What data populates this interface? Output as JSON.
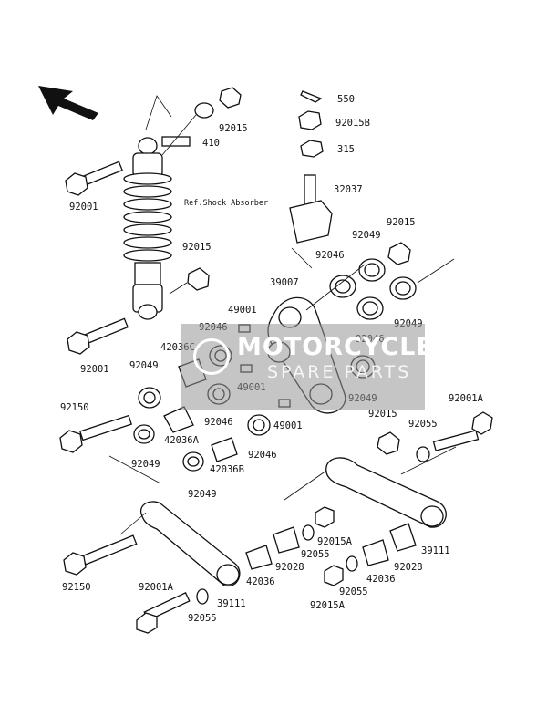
{
  "watermark": {
    "line1": "MOTORCYCLE",
    "line2": "SPARE PARTS"
  },
  "reference_note": "Ref.Shock Absorber",
  "part_numbers": {
    "p550": "550",
    "p92015B": "92015B",
    "p315": "315",
    "p92015_top": "92015",
    "p410": "410",
    "p92001_top": "92001",
    "p32037": "32037",
    "p92015_right": "92015",
    "p92015_shock": "92015",
    "p92049_r1": "92049",
    "p92046_r1": "92046",
    "p39007": "39007",
    "p49001_a": "49001",
    "p92049_r2": "92049",
    "p92046_l1": "92046",
    "p92046_r2": "92046",
    "p42036C": "42036C",
    "p92001_mid": "92001",
    "p92049_l1": "92049",
    "p49001_b": "49001",
    "p92049_r3": "92049",
    "p92150_top": "92150",
    "p92046_l2": "92046",
    "p49001_c": "49001",
    "p42036A": "42036A",
    "p92046_l3": "92046",
    "p92015_mid": "92015",
    "p92001A_right": "92001A",
    "p92055_right": "92055",
    "p92049_l2": "92049",
    "p42036B": "42036B",
    "p92049_l3": "92049",
    "p92150_bottom": "92150",
    "p92015A_a": "92015A",
    "p39111_right": "39111",
    "p42036_a": "42036",
    "p92028_a": "92028",
    "p92055_a": "92055",
    "p92028_b": "92028",
    "p42036_b": "42036",
    "p92001A_left": "92001A",
    "p39111_left": "39111",
    "p92055_b": "92055",
    "p92055_c": "92055",
    "p92015A_b": "92015A"
  }
}
